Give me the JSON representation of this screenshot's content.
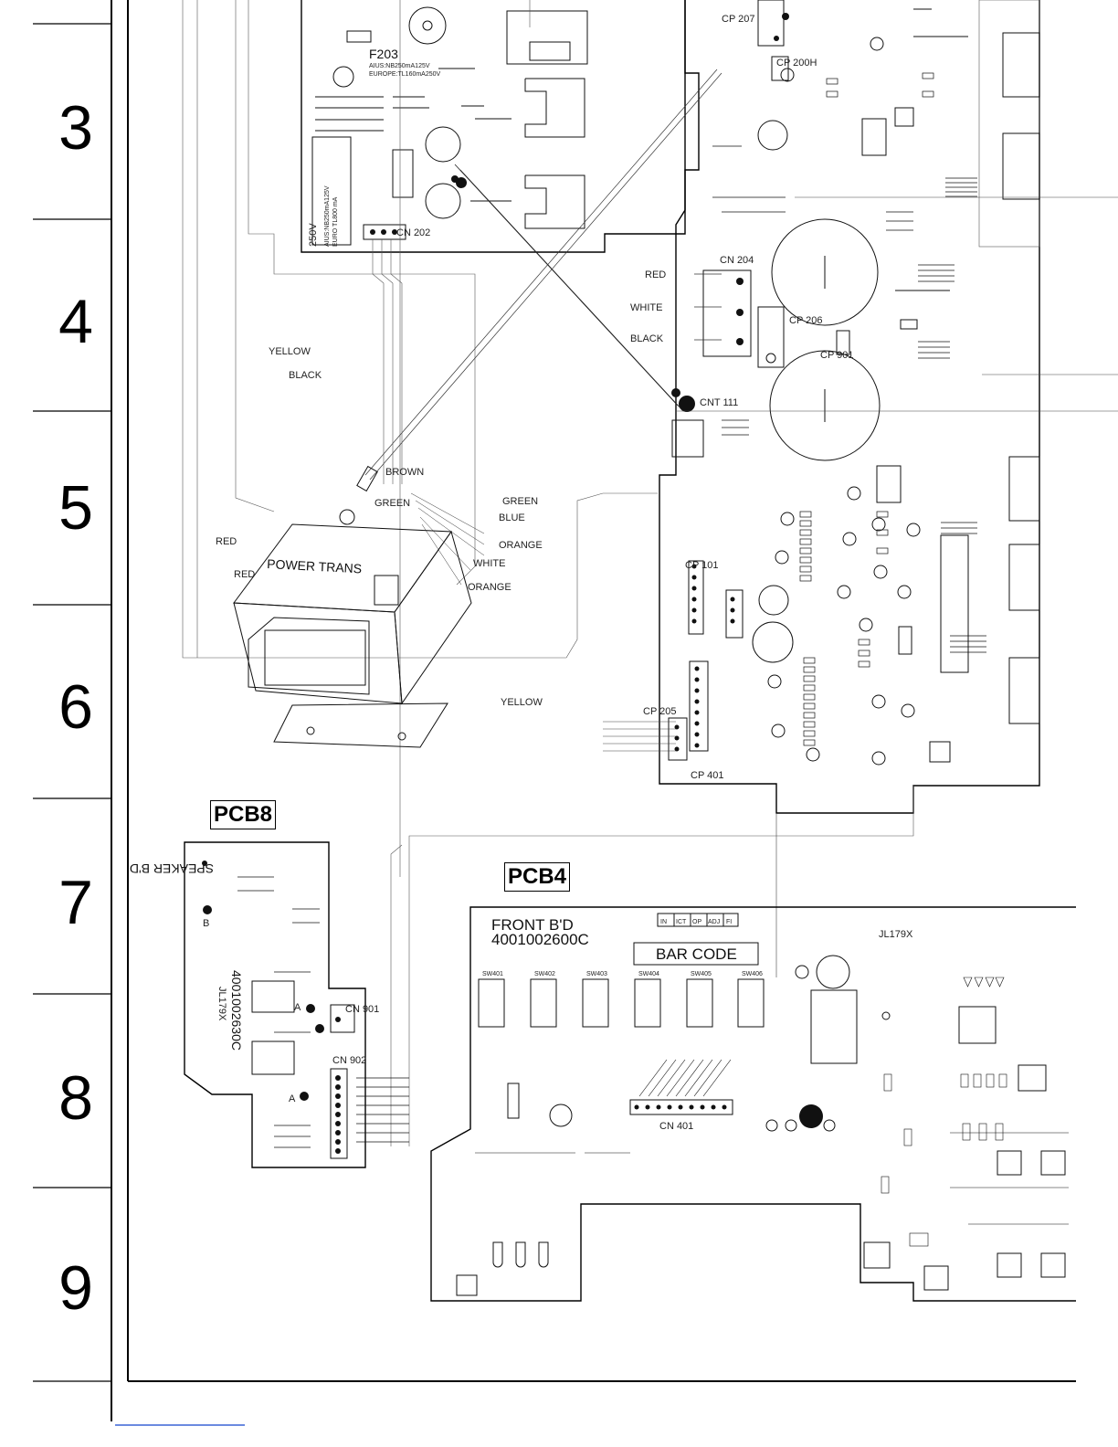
{
  "row_numbers": [
    "3",
    "4",
    "5",
    "6",
    "7",
    "8",
    "9"
  ],
  "boards": {
    "pcb8": {
      "tag": "PCB8",
      "title": "SPEAKER B'D",
      "part_number": "4001002630C",
      "ul_mark": "JL179X",
      "connectors": [
        "CN 901",
        "CN 902"
      ],
      "points": [
        "A",
        "B",
        "A"
      ]
    },
    "pcb4": {
      "tag": "PCB4",
      "title": "FRONT B'D",
      "part_number": "4001002600C",
      "inspection_boxes": [
        "IN",
        "ICT",
        "OP",
        "ADJ",
        "FI"
      ],
      "bar_code": "BAR CODE",
      "ul_mark": "JL179X",
      "connector": "CN 401",
      "switches": [
        "SW401",
        "SW402",
        "SW403",
        "SW404",
        "SW405",
        "SW406"
      ]
    },
    "power": {
      "fuse": "F203",
      "fuse_spec_1": "AIUS:NB250mA125V",
      "fuse_spec_2": "EUROPE:TL160mA250V",
      "fuse_label_block": [
        "AIUS:NB250mA125V",
        "EURO TL800 mA",
        "250V"
      ],
      "connectors": [
        "CN 204",
        "CP 206",
        "CP 901",
        "CNT 111",
        "CP 207",
        "CP 200H",
        "CP 101",
        "CP 205",
        "CP 401",
        "CN 202"
      ],
      "transformer": "POWER TRANS",
      "wire_colors": {
        "to_board": [
          "RED",
          "WHITE",
          "BLACK"
        ],
        "left_upper": [
          "YELLOW",
          "BLACK"
        ],
        "transformer_top": [
          "BROWN",
          "GREEN",
          "GREEN",
          "BLUE",
          "ORANGE",
          "WHITE",
          "ORANGE"
        ],
        "transformer_left": [
          "RED",
          "RED"
        ],
        "bottom": "YELLOW"
      }
    }
  }
}
